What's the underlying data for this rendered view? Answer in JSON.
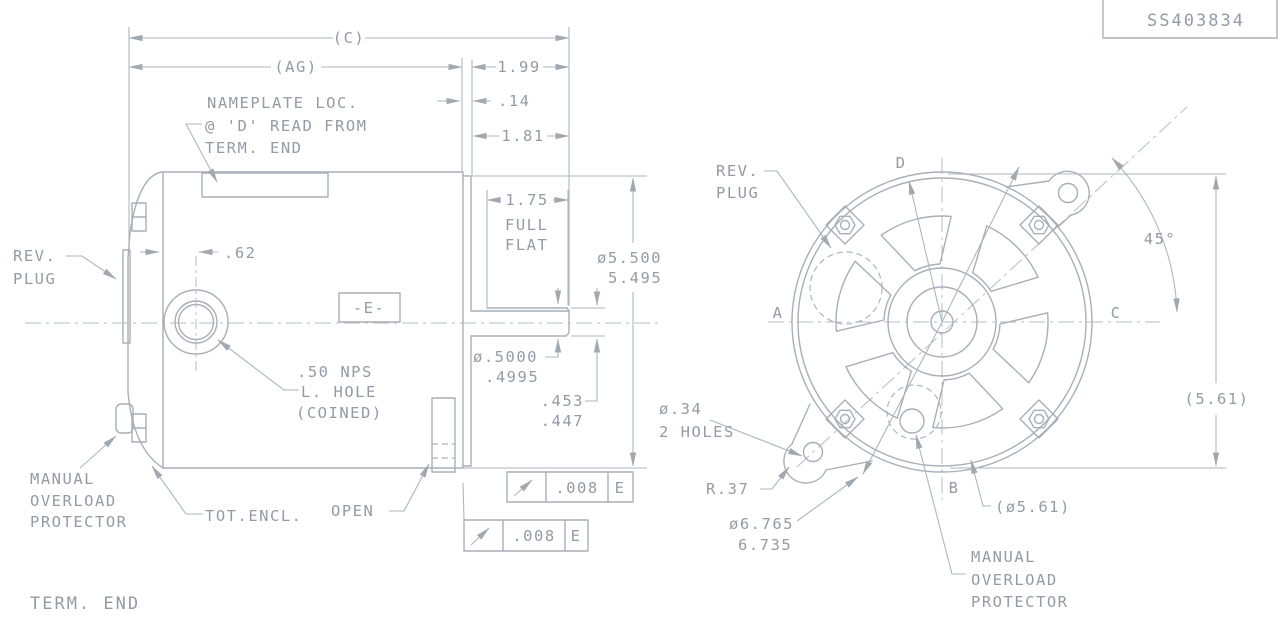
{
  "title_block": {
    "drawing_number": "SS403834"
  },
  "colors": {
    "line": "#a7afb7",
    "text": "#939ba4",
    "background": "#ffffff"
  },
  "side_view": {
    "dims": {
      "c": "(C)",
      "ag": "(AG)",
      "d199": "1.99",
      "d14": ".14",
      "d181": "1.81",
      "d175": "1.75",
      "full": "FULL",
      "flat": "FLAT",
      "dia5500": "ø5.500",
      "dia5495": "5.495",
      "dia5000": "ø.5000",
      "dia4995": ".4995",
      "d453": ".453",
      "d447": ".447",
      "d62": ".62"
    },
    "notes": {
      "nameplate_1": "NAMEPLATE LOC.",
      "nameplate_2": "@ 'D' READ FROM",
      "nameplate_3": "TERM. END",
      "rev_1": "REV.",
      "rev_2": "PLUG",
      "mop_1": "MANUAL",
      "mop_2": "OVERLOAD",
      "mop_3": "PROTECTOR",
      "tot_encl": "TOT.ENCL.",
      "open": "OPEN",
      "hole_1": ".50 NPS",
      "hole_2": "L. HOLE",
      "hole_3": "(COINED)",
      "datum_e": "-E-",
      "term_end": "TERM. END"
    },
    "fcf1": {
      "tol": ".008",
      "datum": "E"
    },
    "fcf2": {
      "tol": ".008",
      "datum": "E"
    }
  },
  "end_view": {
    "labels": {
      "a": "A",
      "b": "B",
      "c": "C",
      "d": "D"
    },
    "dims": {
      "angle45": "45°",
      "d561": "(5.61)",
      "dia561": "(ø5.61)",
      "dia34": "ø.34",
      "holes2": "2 HOLES",
      "r37": "R.37",
      "dia6765": "ø6.765",
      "dia6735": "6.735"
    },
    "notes": {
      "rev_1": "REV.",
      "rev_2": "PLUG",
      "mop_1": "MANUAL",
      "mop_2": "OVERLOAD",
      "mop_3": "PROTECTOR"
    }
  }
}
